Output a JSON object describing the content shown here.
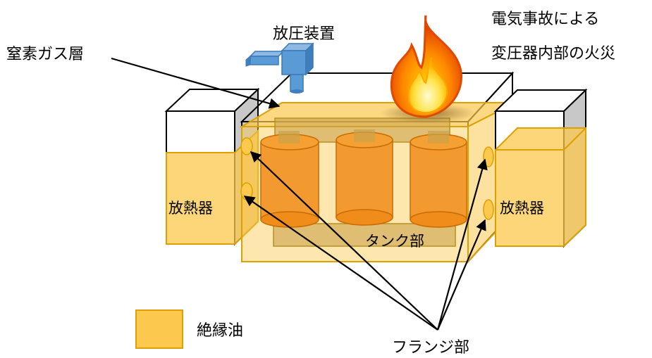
{
  "labels": {
    "nitrogen_layer": "窒素ガス層",
    "pressure_relief": "放圧装置",
    "fire_line1": "電気事故による",
    "fire_line2": "変圧器内部の火災",
    "radiator_left": "放熱器",
    "radiator_right": "放熱器",
    "tank": "タンク部",
    "insulating_oil": "絶縁油",
    "flange": "フランジ部"
  },
  "colors": {
    "oil_fill": "#fcc84e",
    "oil_edge": "#dca000",
    "coil_fill": "#f08c1a",
    "valve_fill": "#5b9bd5",
    "outline": "#000000"
  },
  "icons": {
    "fire": "fire-icon",
    "valve": "pressure-relief-valve-icon"
  }
}
